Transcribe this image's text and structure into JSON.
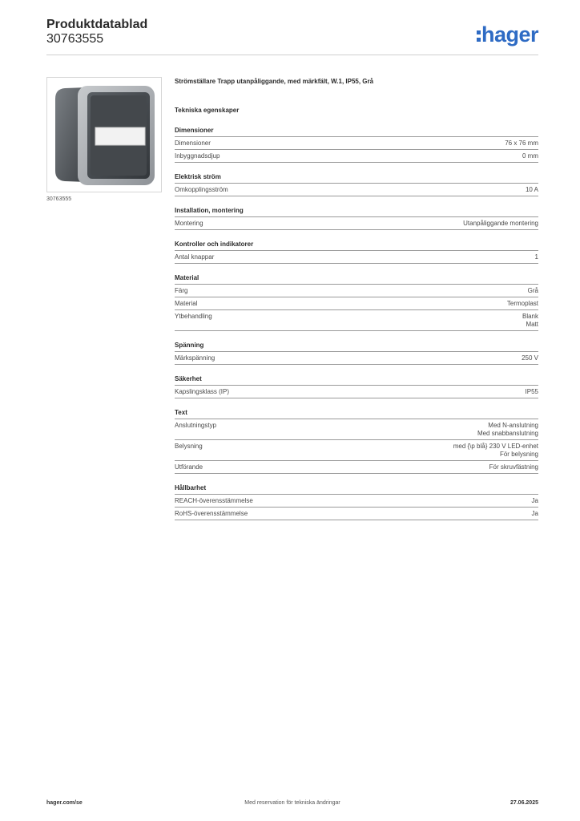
{
  "header": {
    "title": "Produktdatablad",
    "number": "30763555",
    "logo_text": "hager"
  },
  "colors": {
    "brand": "#2e6bc4",
    "rule": "#9a9a9a"
  },
  "product": {
    "image_icon": "switch-product-image",
    "caption": "30763555",
    "description": "Strömställare Trapp utanpåliggande, med märkfält, W.1, IP55, Grå"
  },
  "tech_heading": "Tekniska egenskaper",
  "sections": [
    {
      "title": "Dimensioner",
      "rows": [
        {
          "label": "Dimensioner",
          "value": [
            "76 x 76 mm"
          ]
        },
        {
          "label": "Inbyggnadsdjup",
          "value": [
            "0 mm"
          ]
        }
      ]
    },
    {
      "title": "Elektrisk ström",
      "rows": [
        {
          "label": "Omkopplingsström",
          "value": [
            "10 A"
          ]
        }
      ]
    },
    {
      "title": "Installation, montering",
      "rows": [
        {
          "label": "Montering",
          "value": [
            "Utanpåliggande montering"
          ]
        }
      ]
    },
    {
      "title": "Kontroller och indikatorer",
      "rows": [
        {
          "label": "Antal knappar",
          "value": [
            "1"
          ]
        }
      ]
    },
    {
      "title": "Material",
      "rows": [
        {
          "label": "Färg",
          "value": [
            "Grå"
          ]
        },
        {
          "label": "Material",
          "value": [
            "Termoplast"
          ]
        },
        {
          "label": "Ytbehandling",
          "value": [
            "Blank",
            "Matt"
          ]
        }
      ]
    },
    {
      "title": "Spänning",
      "rows": [
        {
          "label": "Märkspänning",
          "value": [
            "250 V"
          ]
        }
      ]
    },
    {
      "title": "Säkerhet",
      "rows": [
        {
          "label": "Kapslingsklass (IP)",
          "value": [
            "IP55"
          ]
        }
      ]
    },
    {
      "title": "Text",
      "rows": [
        {
          "label": "Anslutningstyp",
          "value": [
            "Med N-anslutning",
            "Med snabbanslutning"
          ]
        },
        {
          "label": "Belysning",
          "value": [
            "med {\\p blå} 230 V LED-enhet",
            "För belysning"
          ]
        },
        {
          "label": "Utförande",
          "value": [
            "För skruvfästning"
          ]
        }
      ]
    },
    {
      "title": "Hållbarhet",
      "rows": [
        {
          "label": "REACH-överensstämmelse",
          "value": [
            "Ja"
          ]
        },
        {
          "label": "RoHS-överensstämmelse",
          "value": [
            "Ja"
          ]
        }
      ]
    }
  ],
  "footer": {
    "website": "hager.com/se",
    "notice": "Med reservation för tekniska ändringar",
    "date": "27.06.2025"
  }
}
